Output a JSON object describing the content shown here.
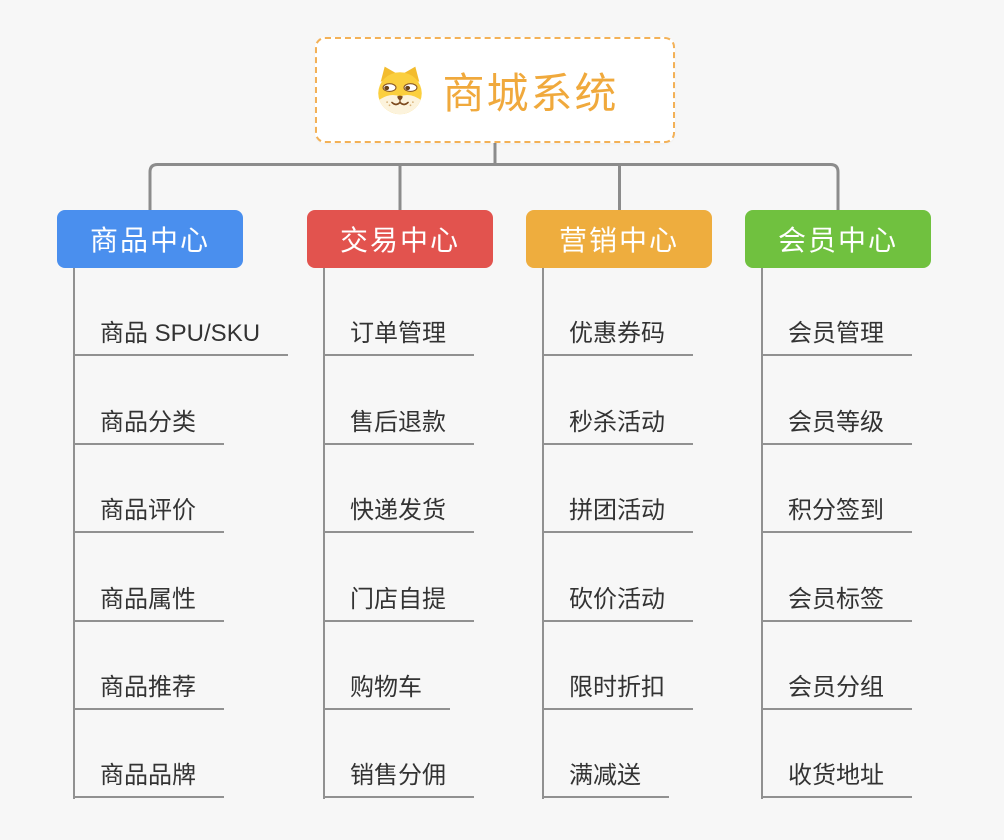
{
  "page": {
    "background_color": "#f7f7f7",
    "connector_color": "#8c8c8c",
    "underline_color": "#919191"
  },
  "root": {
    "title": "商城系统",
    "icon": "dog-face-icon",
    "text_color": "#f0a93c",
    "border_color": "#f3b157"
  },
  "branches": [
    {
      "label": "商品中心",
      "color": "#4a8fee",
      "items": [
        "商品 SPU/SKU",
        "商品分类",
        "商品评价",
        "商品属性",
        "商品推荐",
        "商品品牌"
      ]
    },
    {
      "label": "交易中心",
      "color": "#e2534e",
      "items": [
        "订单管理",
        "售后退款",
        "快递发货",
        "门店自提",
        "购物车",
        "销售分佣"
      ]
    },
    {
      "label": "营销中心",
      "color": "#eead3e",
      "items": [
        "优惠券码",
        "秒杀活动",
        "拼团活动",
        "砍价活动",
        "限时折扣",
        "满减送"
      ]
    },
    {
      "label": "会员中心",
      "color": "#70c13f",
      "items": [
        "会员管理",
        "会员等级",
        "积分签到",
        "会员标签",
        "会员分组",
        "收货地址"
      ]
    }
  ]
}
